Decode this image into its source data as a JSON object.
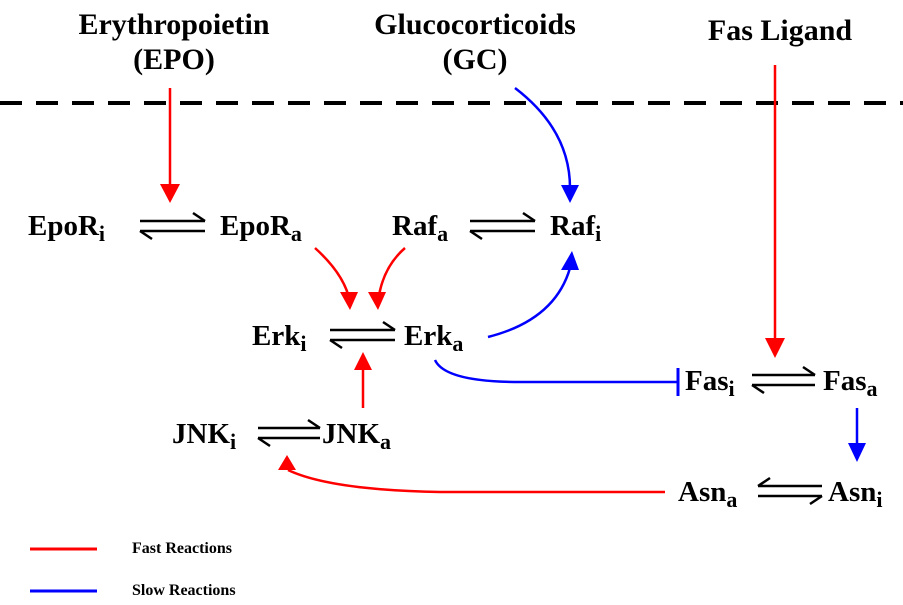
{
  "inputs": {
    "epo_line1": "Erythropoietin",
    "epo_line2": "(EPO)",
    "gc_line1": "Glucocorticoids",
    "gc_line2": "(GC)",
    "fas_ligand": "Fas Ligand"
  },
  "nodes": {
    "epor_i": {
      "base": "EpoR",
      "sub": "i"
    },
    "epor_a": {
      "base": "EpoR",
      "sub": "a"
    },
    "raf_a": {
      "base": "Raf",
      "sub": "a"
    },
    "raf_i": {
      "base": "Raf",
      "sub": "i"
    },
    "erk_i": {
      "base": "Erk",
      "sub": "i"
    },
    "erk_a": {
      "base": "Erk",
      "sub": "a"
    },
    "jnk_i": {
      "base": "JNK",
      "sub": "i"
    },
    "jnk_a": {
      "base": "JNK",
      "sub": "a"
    },
    "fas_i": {
      "base": "Fas",
      "sub": "i"
    },
    "fas_a": {
      "base": "Fas",
      "sub": "a"
    },
    "asn_a": {
      "base": "Asn",
      "sub": "a"
    },
    "asn_i": {
      "base": "Asn",
      "sub": "i"
    }
  },
  "legend": {
    "fast": "Fast Reactions",
    "slow": "Slow Reactions"
  },
  "colors": {
    "fast": "#ff0000",
    "slow": "#0000ff",
    "text": "#000000"
  }
}
